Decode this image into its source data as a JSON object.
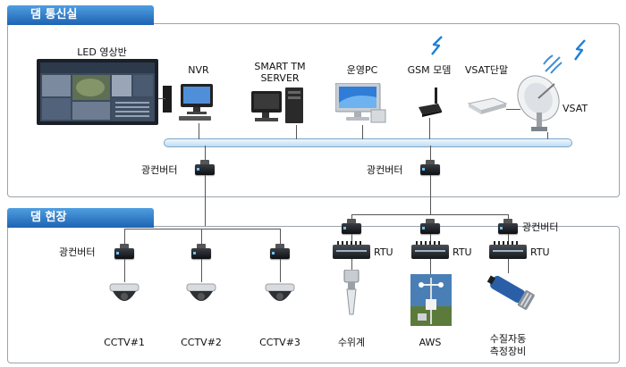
{
  "top_section": {
    "title": "댐 통신실",
    "devices": {
      "led": "LED 영상반",
      "nvr": "NVR",
      "smart_tm": "SMART TM SERVER",
      "ops_pc": "운영PC",
      "gsm": "GSM 모뎀",
      "vsat_terminal": "VSAT단말",
      "vsat": "VSAT"
    },
    "converter_left": "광컨버터",
    "converter_right": "광컨버터"
  },
  "bottom_section": {
    "title": "댐 현장",
    "converter_cctv": "광컨버터",
    "converter_right": "광컨버터",
    "rtu_1": "RTU",
    "rtu_2": "RTU",
    "rtu_3": "RTU",
    "cctv_1": "CCTV#1",
    "cctv_2": "CCTV#2",
    "cctv_3": "CCTV#3",
    "water_level": "수위계",
    "aws": "AWS",
    "water_quality_line1": "수질자동",
    "water_quality_line2": "측정장비"
  },
  "colors": {
    "tab_top": "#4f9ee0",
    "tab_bottom": "#1d63b3",
    "backbone": "#bfdcf2",
    "wireless": "#1e7fd6"
  },
  "icons": [
    "led-wall-icon",
    "nvr-pc-icon",
    "server-pc-icon",
    "monitor-icon",
    "gsm-modem-icon",
    "vsat-terminal-icon",
    "satellite-dish-icon",
    "wireless-signal-icon",
    "media-converter-icon",
    "rtu-icon",
    "dome-camera-icon",
    "water-level-sensor-icon",
    "weather-station-icon",
    "water-quality-probe-icon"
  ]
}
